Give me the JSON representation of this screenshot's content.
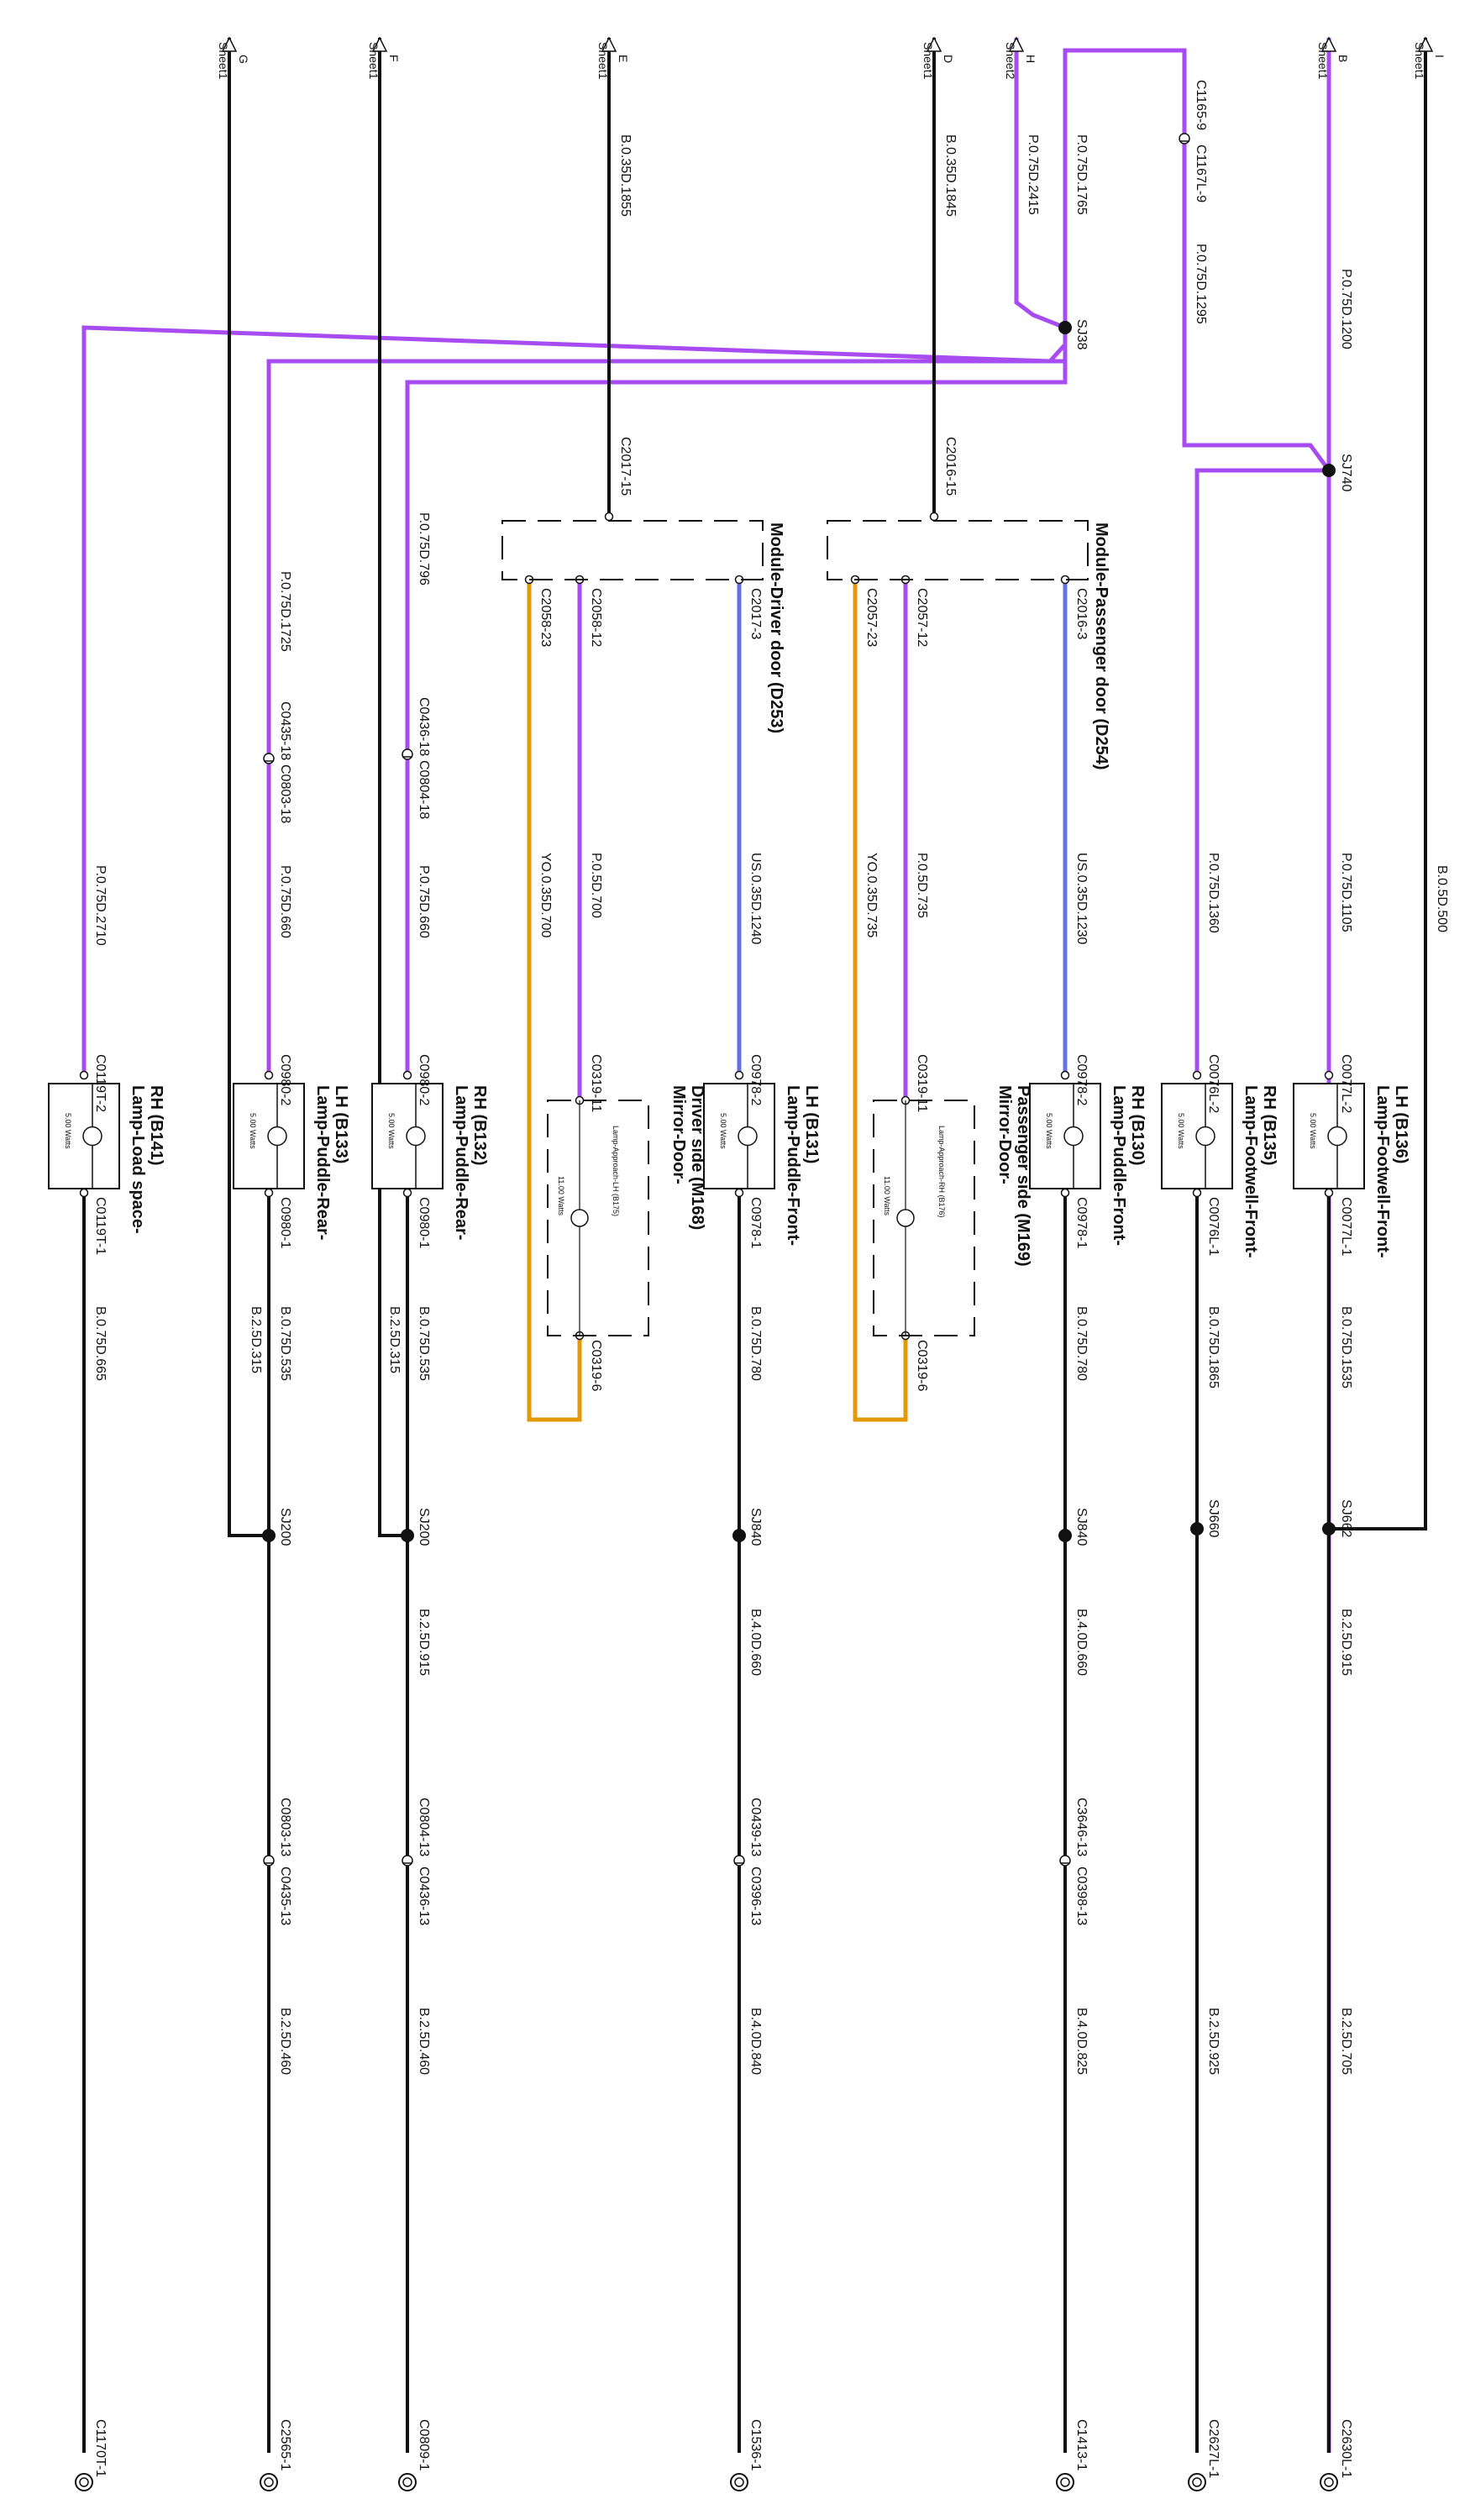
{
  "colors": {
    "black": "#111111",
    "purple": "#a74cf0",
    "blue": "#6670e6",
    "orange": "#e29a08"
  },
  "sheets": [
    {
      "letter": "I",
      "sheet": "Sheet1"
    },
    {
      "letter": "B",
      "sheet": "Sheet1"
    },
    {
      "letter": "H",
      "sheet": "Sheet2"
    },
    {
      "letter": "D",
      "sheet": "Sheet1"
    },
    {
      "letter": "E",
      "sheet": "Sheet1"
    },
    {
      "letter": "F",
      "sheet": "Sheet1"
    },
    {
      "letter": "G",
      "sheet": "Sheet1"
    }
  ],
  "wires": [
    "B.0.5D.500",
    "P.0.75D.1200",
    "P.0.75D.1295",
    "P.0.75D.1765",
    "P.0.75D.2415",
    "B.0.35D.1845",
    "B.0.35D.1855",
    "P.0.75D.1105",
    "P.0.75D.1360",
    "US.0.35D.1230",
    "YO.0.35D.735",
    "P.0.5D.735",
    "US.0.35D.1240",
    "P.0.5D.700",
    "YO.0.35D.700",
    "P.0.75D.796",
    "P.0.75D.660",
    "P.0.75D.1725",
    "P.0.75D.660",
    "P.0.75D.2710",
    "B.0.75D.1535",
    "B.0.75D.1865",
    "B.0.75D.780",
    "B.0.75D.780",
    "B.0.75D.535",
    "B.2.5D.315",
    "B.0.75D.535",
    "B.2.5D.315",
    "B.0.75D.665",
    "B.2.5D.915",
    "B.2.5D.915",
    "B.4.0D.660",
    "B.4.0D.660",
    "B.2.5D.705",
    "B.2.5D.925",
    "B.4.0D.825",
    "B.4.0D.840",
    "B.2.5D.460",
    "B.2.5D.460"
  ],
  "connectors": [
    "C1165-9",
    "C1167L-9",
    "C2016-15",
    "C2017-15",
    "C2016-3",
    "C2057-12",
    "C2057-23",
    "C2017-3",
    "C2058-12",
    "C2058-23",
    "C0436-18",
    "C0804-18",
    "C0435-18",
    "C0803-18",
    "C0077L-2",
    "C0076L-2",
    "C0978-2",
    "C0319-11",
    "C0978-2",
    "C0319-11",
    "C0980-2",
    "C0980-2",
    "C0119T-2",
    "C0077L-1",
    "C0076L-1",
    "C0978-1",
    "C0319-6",
    "C0978-1",
    "C0319-6",
    "C0980-1",
    "C0980-1",
    "C0119T-1",
    "C3646-13",
    "C0398-13",
    "C0439-13",
    "C0396-13",
    "C0804-13",
    "C0436-13",
    "C0803-13",
    "C0435-13",
    "C2630L-1",
    "C2627L-1",
    "C1413-1",
    "C1536-1",
    "C0809-1",
    "C2565-1",
    "C1170T-1"
  ],
  "junctions": [
    "SJ38",
    "SJ740",
    "SJ662",
    "SJ660",
    "SJ840",
    "SJ840",
    "SJ200",
    "SJ200"
  ],
  "components": [
    {
      "title": "Lamp-Footwell-Front-LH (B136)",
      "rating": "5.00 Watts"
    },
    {
      "title": "Lamp-Footwell-Front-RH (B135)",
      "rating": "5.00 Watts"
    },
    {
      "title": "Lamp-Puddle-Front-RH (B130)",
      "rating": "5.00 Watts"
    },
    {
      "title": "Lamp-Puddle-Front-LH (B131)",
      "rating": "5.00 Watts"
    },
    {
      "title": "Lamp-Puddle-Rear-RH (B132)",
      "rating": "5.00 Watts"
    },
    {
      "title": "Lamp-Puddle-Rear-LH (B133)",
      "rating": "5.00 Watts"
    },
    {
      "title": "Lamp-Load space-RH (B141)",
      "rating": "5.00 Watts"
    }
  ],
  "mirrors": [
    {
      "title": "Mirror-Door-Passenger side (M169)",
      "sub": "Lamp-Approach-RH (B176)",
      "rating": "11.00 Watts"
    },
    {
      "title": "Mirror-Door-Driver side (M168)",
      "sub": "Lamp-Approach-LH (B175)",
      "rating": "11.00 Watts"
    }
  ],
  "modules": [
    "Module-Passenger door (D254)",
    "Module-Driver door (D253)"
  ]
}
